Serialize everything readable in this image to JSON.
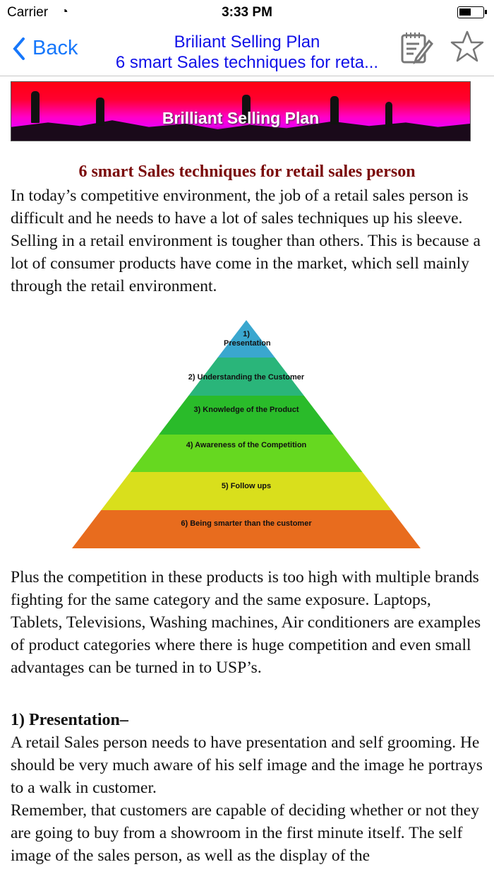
{
  "status": {
    "carrier": "Carrier",
    "time": "3:33 PM"
  },
  "nav": {
    "back": "Back",
    "title": "Briliant Selling Plan",
    "subtitle": "6 smart Sales techniques for reta...",
    "icons": [
      "notepad-pencil-icon",
      "star-icon"
    ]
  },
  "banner": {
    "title": "Brilliant Selling Plan"
  },
  "article": {
    "heading": "6 smart Sales techniques for retail sales person",
    "intro": "In today’s competitive environment, the job of a retail sales person is difficult and he needs to have a lot of sales techniques up his sleeve. Selling in a retail environment is tougher than others. This is because a lot of consumer products have come in the market, which sell mainly through the retail environment.",
    "pyramid": [
      {
        "label": "1) Presentation",
        "color": "#3aa7cf"
      },
      {
        "label": "2) Understanding the Customer",
        "color": "#2ab57a"
      },
      {
        "label": "3) Knowledge of the Product",
        "color": "#2abb2a"
      },
      {
        "label": "4) Awareness of the Competition",
        "color": "#66d820"
      },
      {
        "label": "5) Follow ups",
        "color": "#d9df1c"
      },
      {
        "label": "6) Being smarter than the customer",
        "color": "#e86c1e"
      }
    ],
    "para2": "Plus the competition in these products is too high with multiple brands fighting for the same category and the same exposure. Laptops, Tablets, Televisions, Washing machines, Air conditioners are examples of product categories where there is huge competition and even small advantages can be turned in to USP’s.",
    "section1_heading": "1) Presentation–",
    "section1_p1": "A retail Sales person needs to have presentation and self grooming. He should be very much aware of his self image and the image he portrays to a walk in customer.",
    "section1_p2": "Remember, that customers are capable of deciding whether or not they are going to buy from a showroom in the first minute itself. The self image of the sales person, as well as the display of the"
  }
}
